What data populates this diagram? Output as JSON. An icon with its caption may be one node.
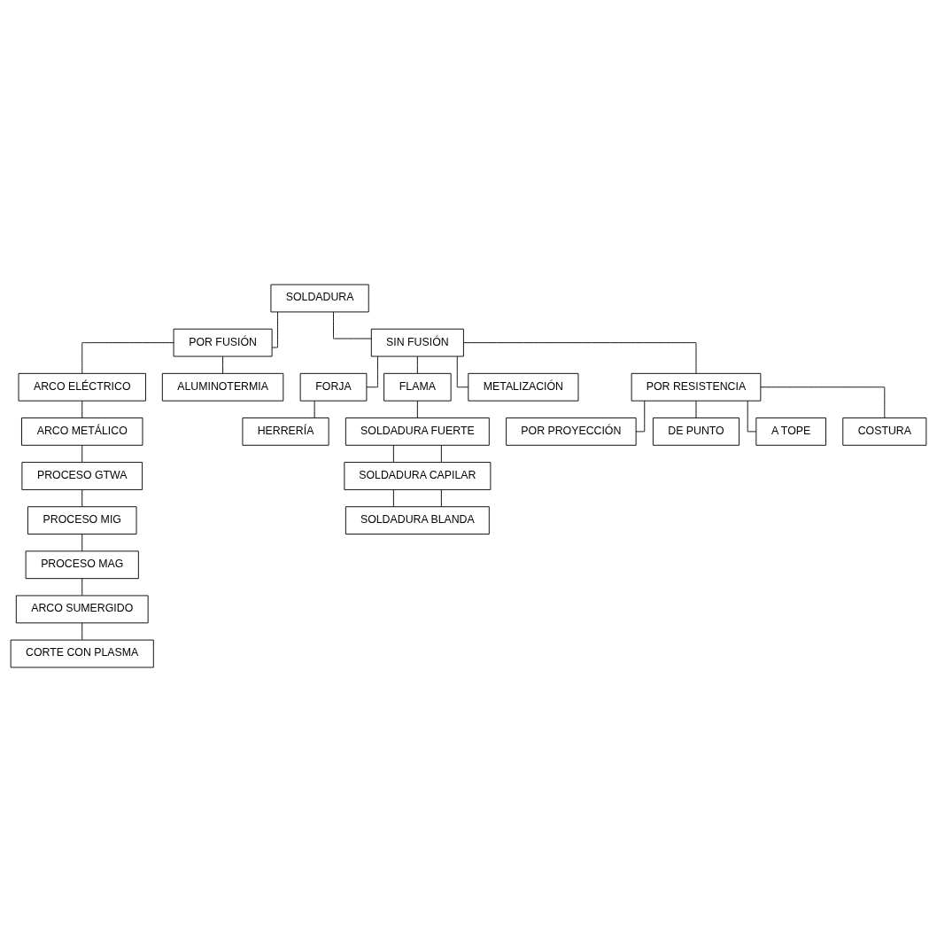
{
  "diagram": {
    "nodes": [
      {
        "text": [
          "SOLDADURA"
        ]
      },
      {
        "text": [
          "POR FUSIÓN"
        ]
      },
      {
        "text": [
          "SIN FUSIÓN"
        ]
      },
      {
        "text": [
          "ARCO ELÉCTRICO"
        ]
      },
      {
        "text": [
          "ALUMINOTERMIA"
        ]
      },
      {
        "text": [
          "FORJA"
        ]
      },
      {
        "text": [
          "ARCO METÁLICO"
        ]
      },
      {
        "text": [
          "FLAMA"
        ]
      },
      {
        "text": [
          "HERRERÍA"
        ]
      },
      {
        "text": [
          "PROCESO GTWA"
        ]
      },
      {
        "text": [
          "PROCESO MIG"
        ]
      },
      {
        "text": [
          "SOLDADURA FUERTE"
        ]
      },
      {
        "text": [
          "PROCESO MAG"
        ]
      },
      {
        "text": [
          "SOLDADURA CAPILAR"
        ]
      },
      {
        "text": [
          "ARCO SUMERGIDO"
        ]
      },
      {
        "text": [
          "SOLDADURA BLANDA"
        ]
      },
      {
        "text": [
          "CORTE CON PLASMA"
        ]
      },
      {
        "text": [
          "METALIZACIÓN"
        ]
      },
      {
        "text": [
          "POR RESISTENCIA"
        ]
      },
      {
        "text": [
          "POR PROYECCIÓN"
        ]
      },
      {
        "text": [
          "DE PUNTO"
        ]
      },
      {
        "text": [
          "A TOPE"
        ]
      },
      {
        "text": [
          "COSTURA"
        ]
      }
    ],
    "edges": [
      {
        "from": 0,
        "to": 1,
        "arrow": "none"
      },
      {
        "from": 0,
        "to": 2,
        "arrow": "none"
      },
      {
        "from": 1,
        "to": 3,
        "arrow": "none"
      },
      {
        "from": 1,
        "to": 4,
        "arrow": "none"
      },
      {
        "from": 3,
        "to": 6,
        "arrow": "none"
      },
      {
        "from": 6,
        "to": 9,
        "arrow": "none"
      },
      {
        "from": 9,
        "to": 10,
        "arrow": "none"
      },
      {
        "from": 10,
        "to": 12,
        "arrow": "none"
      },
      {
        "from": 12,
        "to": 14,
        "arrow": "none"
      },
      {
        "from": 14,
        "to": 16,
        "arrow": "none"
      },
      {
        "from": 2,
        "to": 5,
        "arrow": "none"
      },
      {
        "from": 2,
        "to": 7,
        "arrow": "none"
      },
      {
        "from": 5,
        "to": 8,
        "arrow": "none"
      },
      {
        "from": 7,
        "to": 11,
        "arrow": "none"
      },
      {
        "from": 11,
        "to": 13,
        "arrow": "none"
      },
      {
        "from": 13,
        "to": 15,
        "arrow": "none"
      },
      {
        "from": 11,
        "to": 13,
        "arrow": "none"
      },
      {
        "from": 13,
        "to": 15,
        "arrow": "none"
      },
      {
        "from": 2,
        "to": 17,
        "arrow": "none"
      },
      {
        "from": 2,
        "to": 18,
        "arrow": "none"
      },
      {
        "from": 18,
        "to": 19,
        "arrow": "none"
      },
      {
        "from": 18,
        "to": 20,
        "arrow": "none"
      },
      {
        "from": 18,
        "to": 21,
        "arrow": "none"
      },
      {
        "from": 18,
        "to": 22,
        "arrow": "none"
      }
    ]
  }
}
